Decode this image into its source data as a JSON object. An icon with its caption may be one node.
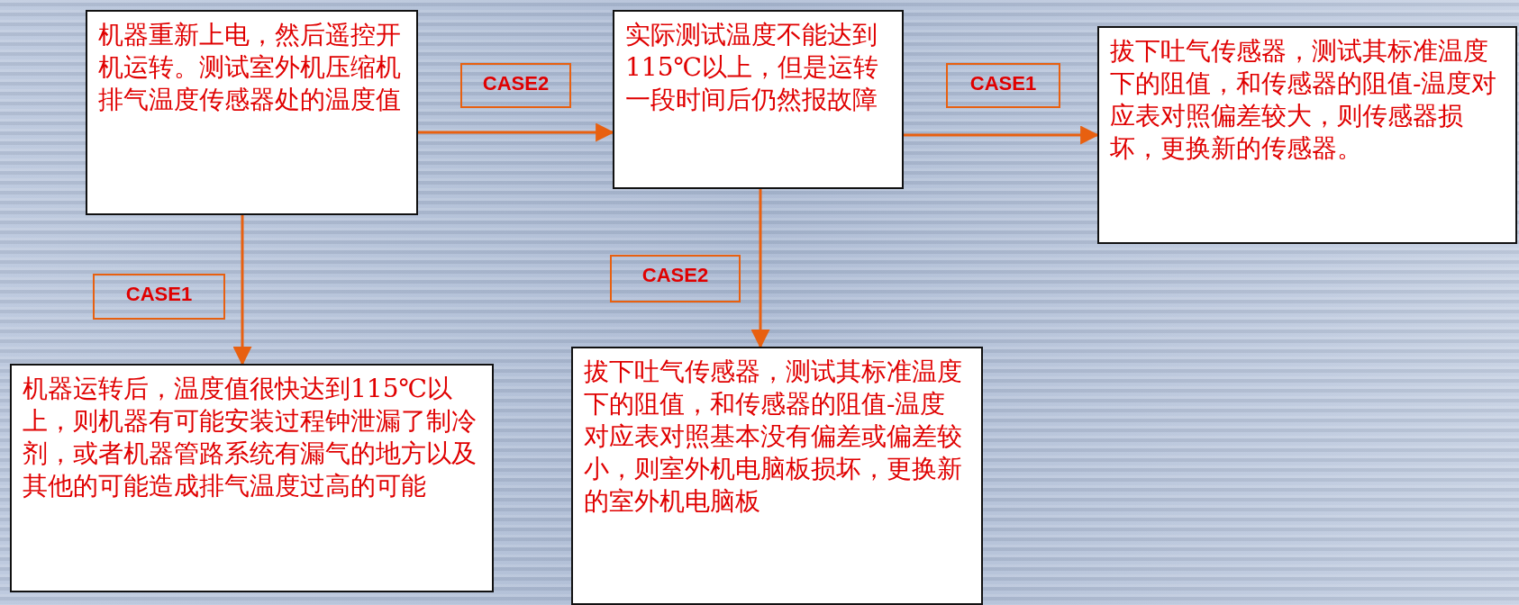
{
  "diagram": {
    "nodes": [
      {
        "text": [
          "机器重新上电，然后遥控开机运转。测试室外机压缩机排气温度传感器处的温度值"
        ]
      },
      {
        "text": [
          "实际测试温度不能达到115℃以上，但是运转一段时间后仍然报故障"
        ]
      },
      {
        "text": [
          "拔下吐气传感器，测试其标准温度下的阻值，和传感器的阻值-温度对应表对照偏差较大，则传感器损坏，更换新的传感器。"
        ]
      },
      {
        "text": [
          "机器运转后，温度值很快达到115℃以上，则机器有可能安装过程钟泄漏了制冷剂，或者机器管路系统有漏气的地方以及其他的可能造成排气温度过高的可能"
        ]
      },
      {
        "text": [
          "拔下吐气传感器，测试其标准温度下的阻值，和传感器的阻值-温度对应表对照基本没有偏差或偏差较小，则室外机电脑板损坏，更换新的室外机电脑板"
        ]
      }
    ],
    "edges": [
      {
        "from": 0,
        "to": 1,
        "arrow": "to",
        "label": "CASE2"
      },
      {
        "from": 1,
        "to": 2,
        "arrow": "to",
        "label": "CASE1"
      },
      {
        "from": 0,
        "to": 3,
        "arrow": "to",
        "label": "CASE1"
      },
      {
        "from": 1,
        "to": 4,
        "arrow": "to",
        "label": "CASE2"
      }
    ]
  }
}
